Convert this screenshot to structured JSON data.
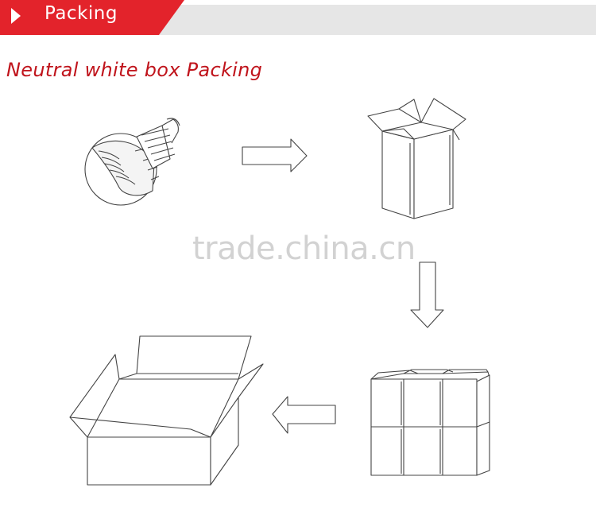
{
  "header": {
    "title": "Packing",
    "accent_color": "#e3232b",
    "bar_color": "#e6e6e6"
  },
  "subtitle": "Neutral white box Packing",
  "watermark": "trade.china.cn",
  "steps": [
    {
      "illustration": "led-bulb"
    },
    {
      "illustration": "open-box"
    },
    {
      "illustration": "carton-of-boxes"
    },
    {
      "illustration": "open-master-carton"
    }
  ],
  "arrows": [
    "arrow-right",
    "arrow-down",
    "arrow-left"
  ]
}
